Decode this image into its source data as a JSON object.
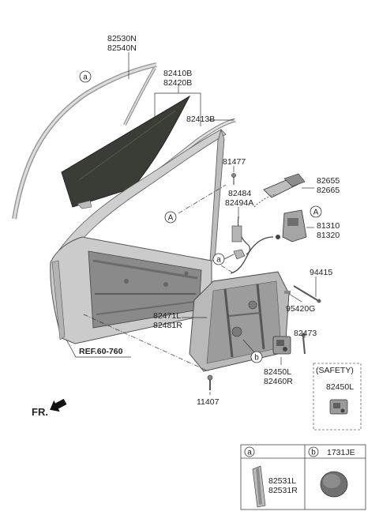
{
  "parts": {
    "run_channel": [
      "82530N",
      "82540N"
    ],
    "glass": [
      "82410B",
      "82420B"
    ],
    "glass_run": "82413B",
    "bolt_81477": "81477",
    "cable_82484": [
      "82484",
      "82494A"
    ],
    "handle_82655": [
      "82655",
      "82665"
    ],
    "latch": [
      "81310",
      "81320"
    ],
    "screw_94415": "94415",
    "bolt_95420G": "95420G",
    "regulator": [
      "82471L",
      "82481R"
    ],
    "bolt_82473": "82473",
    "motor": [
      "82450L",
      "82460R"
    ],
    "bolt_11407": "11407",
    "safety_label": "(SAFETY)",
    "safety_part": "82450L"
  },
  "callouts": {
    "a": "a",
    "b": "b",
    "A": "A"
  },
  "reference": "REF.60-760",
  "direction": "FR.",
  "legend": {
    "a_key": "a",
    "b_key": "b",
    "b_code": "1731JE",
    "a_parts": [
      "82531L",
      "82531R"
    ]
  }
}
